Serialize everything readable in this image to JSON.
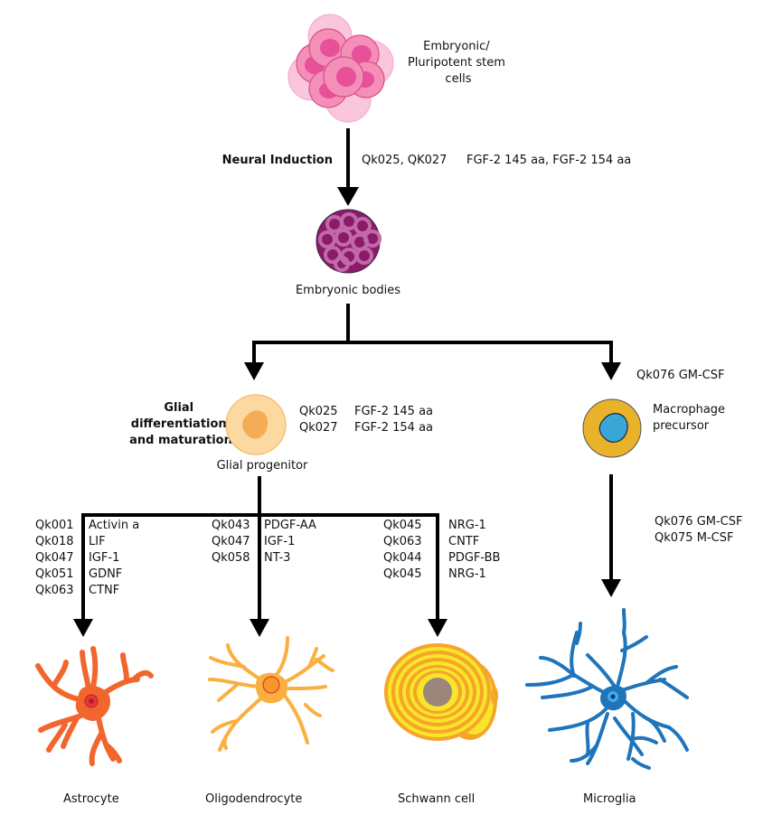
{
  "diagram": {
    "title": "Differentiation of pluripotent stem cells into glial cells",
    "nodes": {
      "stem_cells": {
        "label_lines": [
          "Embryonic/",
          "Pluripotent stem",
          "cells"
        ]
      },
      "embryonic_bodies": {
        "label": "Embryonic bodies"
      },
      "glial_progenitor": {
        "label": "Glial progenitor"
      },
      "macrophage_precursor": {
        "label_lines": [
          "Macrophage",
          "precursor"
        ]
      },
      "astrocyte": {
        "label": "Astrocyte"
      },
      "oligodendrocyte": {
        "label": "Oligodendrocyte"
      },
      "schwann_cell": {
        "label": "Schwann cell"
      },
      "microglia": {
        "label": "Microglia"
      }
    },
    "steps": {
      "neural_induction": {
        "label": "Neural Induction",
        "products": "Qk025, QK027",
        "factors": "FGF-2 145 aa, FGF-2 154 aa"
      },
      "glial_differentiation": {
        "label_lines": [
          "Glial",
          "differentiation",
          "and maturation"
        ],
        "reagents": [
          {
            "code": "Qk025",
            "factor": "FGF-2 145 aa"
          },
          {
            "code": "Qk027",
            "factor": "FGF-2 154 aa"
          }
        ]
      },
      "macrophage_induction": {
        "reagent": "Qk076 GM-CSF"
      },
      "astrocyte_factors": [
        {
          "code": "Qk001",
          "factor": "Activin a"
        },
        {
          "code": "Qk018",
          "factor": "LIF"
        },
        {
          "code": "Qk047",
          "factor": "IGF-1"
        },
        {
          "code": "Qk051",
          "factor": "GDNF"
        },
        {
          "code": "Qk063",
          "factor": "CTNF"
        }
      ],
      "oligodendrocyte_factors": [
        {
          "code": "Qk043",
          "factor": "PDGF-AA"
        },
        {
          "code": "Qk047",
          "factor": "IGF-1"
        },
        {
          "code": "Qk058",
          "factor": "NT-3"
        }
      ],
      "schwann_factors": [
        {
          "code": "Qk045",
          "factor": "NRG-1"
        },
        {
          "code": "Qk063",
          "factor": "CNTF"
        },
        {
          "code": "Qk044",
          "factor": "PDGF-BB"
        },
        {
          "code": "Qk045",
          "factor": "NRG-1"
        }
      ],
      "microglia_factors": [
        "Qk076 GM-CSF",
        "Qk075 M-CSF"
      ]
    },
    "colors": {
      "stem_pink": "#f48fb8",
      "stem_nucleus": "#e8509a",
      "eb_purple": "#8b1a6b",
      "eb_cell": "#c06aa8",
      "progenitor_outer": "#fcd9a0",
      "progenitor_nucleus": "#f5ad55",
      "macrophage_outer": "#e8b22a",
      "macrophage_nucleus": "#3aa6d8",
      "astrocyte": "#f2662d",
      "oligodendrocyte": "#fab040",
      "schwann_yellow": "#f7e62a",
      "schwann_orange": "#f7a42a",
      "schwann_core": "#9c857a",
      "microglia": "#1f74bb",
      "arrow": "#000000"
    }
  }
}
